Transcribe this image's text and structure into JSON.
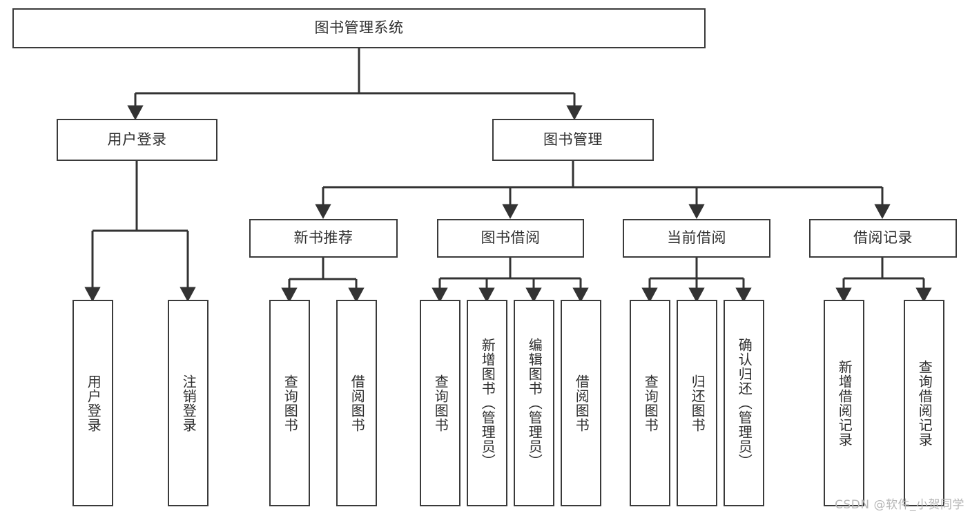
{
  "diagram": {
    "title": "图书管理系统",
    "type": "tree",
    "colors": {
      "background": "#ffffff",
      "box_border": "#3a3a3a",
      "text": "#2e2e2e",
      "connector": "#333333",
      "watermark": "#b6b6b6"
    },
    "root": {
      "label": "图书管理系统"
    },
    "level2": [
      {
        "label": "用户登录"
      },
      {
        "label": "图书管理"
      }
    ],
    "level3": [
      {
        "label": "新书推荐"
      },
      {
        "label": "图书借阅"
      },
      {
        "label": "当前借阅"
      },
      {
        "label": "借阅记录"
      }
    ],
    "leaves": {
      "user_login": [
        {
          "label": "用户登录"
        },
        {
          "label": "注销登录"
        }
      ],
      "new_book_recommend": [
        {
          "label": "查询图书"
        },
        {
          "label": "借阅图书"
        }
      ],
      "book_borrow": [
        {
          "label": "查询图书"
        },
        {
          "label": "新增图书（管理员）"
        },
        {
          "label": "编辑图书（管理员）"
        },
        {
          "label": "借阅图书"
        }
      ],
      "current_borrow": [
        {
          "label": "查询图书"
        },
        {
          "label": "归还图书"
        },
        {
          "label": "确认归还（管理员）"
        }
      ],
      "borrow_record": [
        {
          "label": "新增借阅记录"
        },
        {
          "label": "查询借阅记录"
        }
      ]
    }
  },
  "watermark": {
    "text": "CSDN @软件_小贺同学"
  }
}
